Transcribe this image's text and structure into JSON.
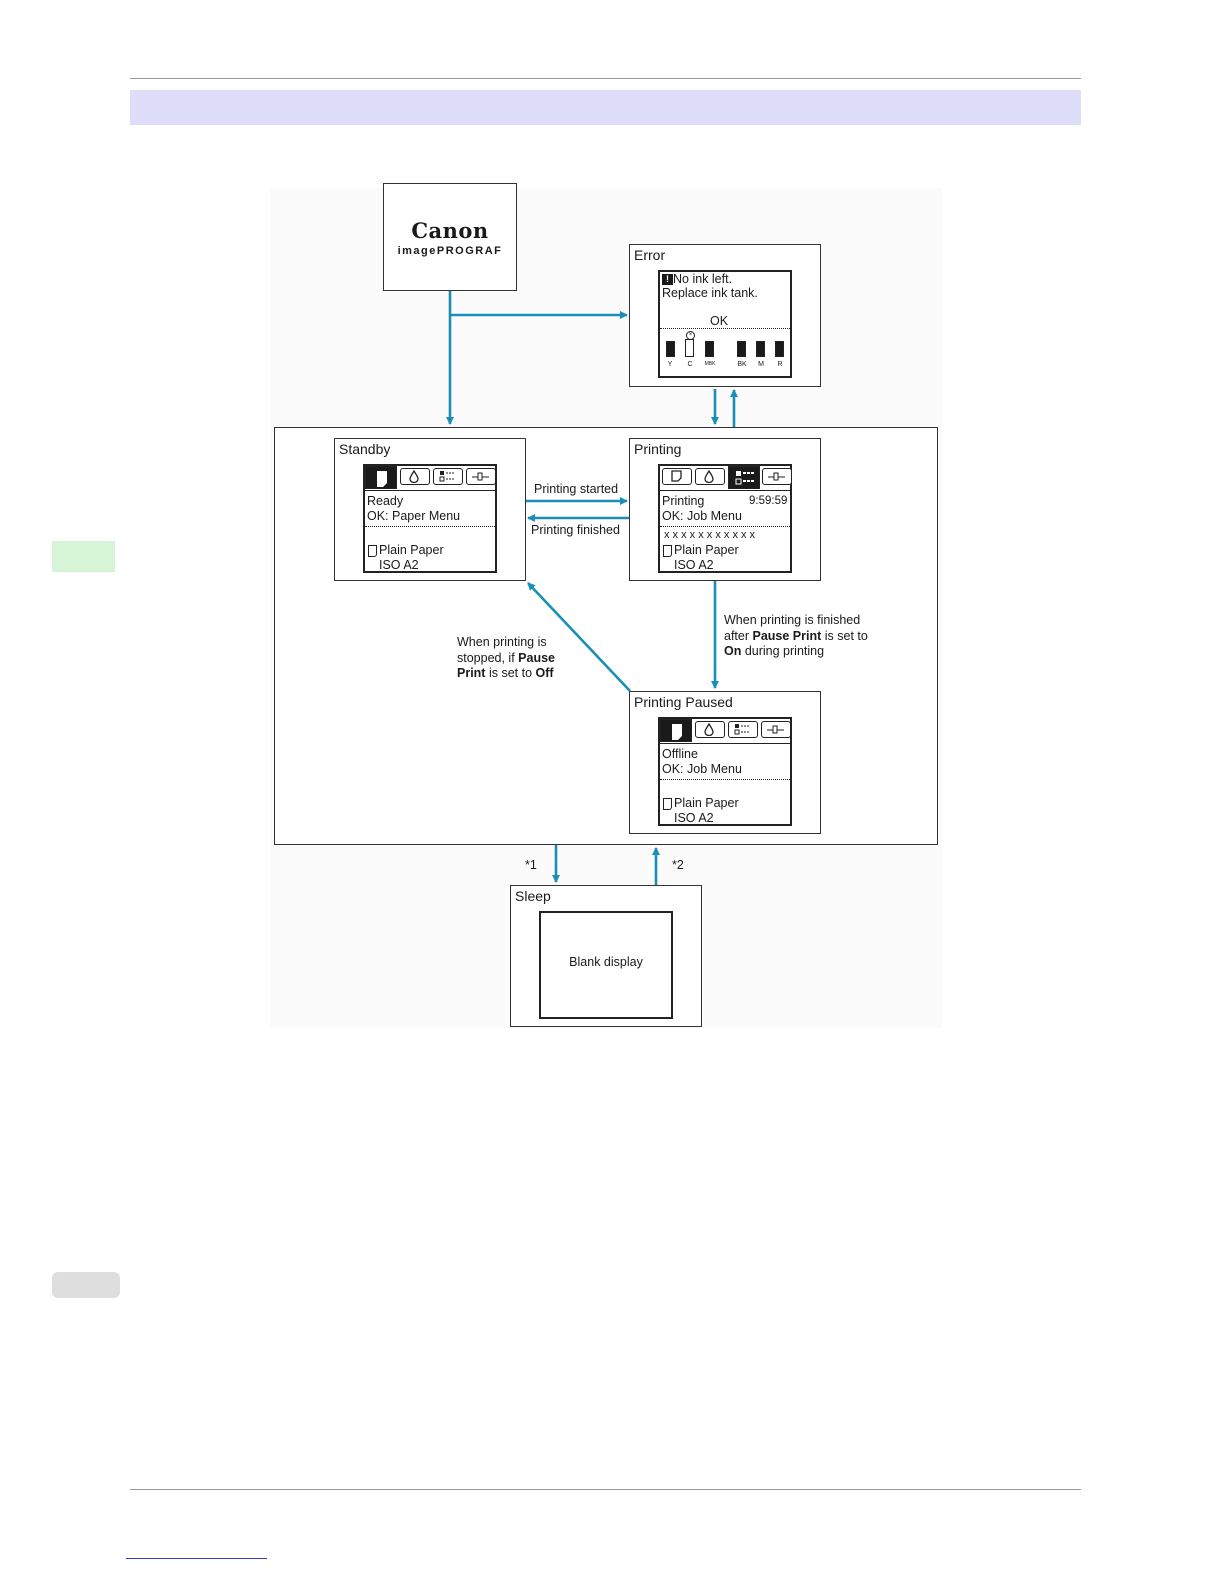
{
  "colors": {
    "arrow": "#1a8fb5",
    "title_band": "#dedefa",
    "side_tab": "#d6f5d6"
  },
  "logo": {
    "brand": "Canon",
    "product": "imagePROGRAF"
  },
  "error": {
    "label": "Error",
    "line1": "No ink left.",
    "line2": "Replace ink tank.",
    "ok": "OK",
    "inks": [
      "Y",
      "C",
      "MBK",
      "BK",
      "M",
      "R"
    ]
  },
  "standby": {
    "label": "Standby",
    "line1": "Ready",
    "line2": "OK: Paper Menu",
    "paper": "Plain Paper",
    "size": "ISO A2"
  },
  "printing": {
    "label": "Printing",
    "line1": "Printing",
    "time": "9:59:59",
    "line2": "OK: Job Menu",
    "job": "x x x x x x x x x x x",
    "paper": "Plain Paper",
    "size": "ISO A2"
  },
  "paused": {
    "label": "Printing Paused",
    "line1": "Offline",
    "line2": "OK: Job Menu",
    "paper": "Plain Paper",
    "size": "ISO A2"
  },
  "sleep": {
    "label": "Sleep",
    "display": "Blank display"
  },
  "arrows": {
    "started": "Printing started",
    "finished": "Printing finished",
    "note1": "*1",
    "note2": "*2"
  },
  "note_paused": {
    "a": "When printing is finished",
    "b1": "after ",
    "b2": "Pause Print",
    "b3": " is set to",
    "c1": "On",
    "c2": " during printing"
  },
  "note_stopped": {
    "a": "When printing is",
    "b1": "stopped, if ",
    "b2": "Pause",
    "c1": "Print",
    "c2": " is set to ",
    "c3": "Off"
  }
}
